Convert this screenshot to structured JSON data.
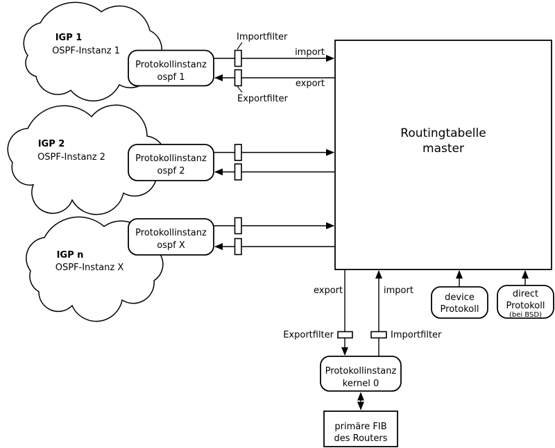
{
  "colors": {
    "line": "#000000",
    "background": "#ffffff",
    "text": "#000000"
  },
  "clouds": [
    {
      "name": "IGP 1",
      "instance": "OSPF-Instanz 1"
    },
    {
      "name": "IGP 2",
      "instance": "OSPF-Instanz 2"
    },
    {
      "name": "IGP n",
      "instance": "OSPF-Instanz X"
    }
  ],
  "protocol_instances": [
    {
      "line1": "Protokollinstanz",
      "line2": "ospf 1"
    },
    {
      "line1": "Protokollinstanz",
      "line2": "ospf 2"
    },
    {
      "line1": "Protokollinstanz",
      "line2": "ospf X"
    }
  ],
  "top_link": {
    "import_filter": "Importfilter",
    "export_filter": "Exportfilter",
    "import": "import",
    "export": "export"
  },
  "routing_table": {
    "line1": "Routingtabelle",
    "line2": "master"
  },
  "bottom_link": {
    "export": "export",
    "import": "import",
    "export_filter": "Exportfilter",
    "import_filter": "Importfilter"
  },
  "kernel_box": {
    "line1": "Protokollinstanz",
    "line2": "kernel 0"
  },
  "fib_box": {
    "line1": "primäre FIB",
    "line2": "des Routers"
  },
  "device_protocol": {
    "line1": "device",
    "line2": "Protokoll"
  },
  "direct_protocol": {
    "line1": "direct",
    "line2": "Protokoll",
    "line3": "(bei BSD)"
  }
}
